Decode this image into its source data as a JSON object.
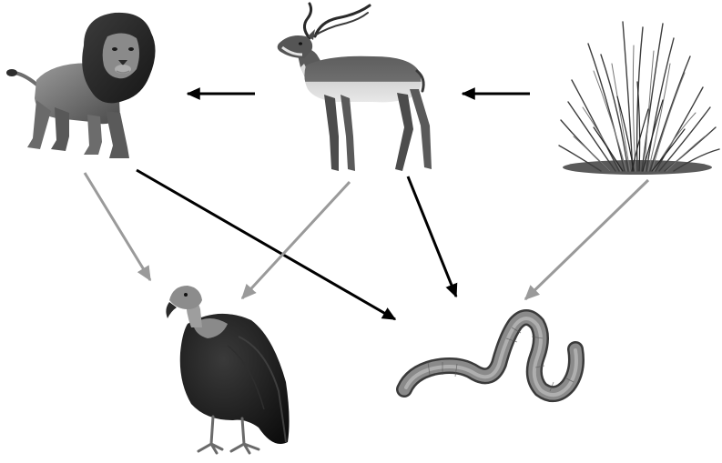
{
  "diagram": {
    "type": "food-web",
    "style": "grayscale",
    "organisms": [
      {
        "id": "lion",
        "icon": "lion-icon"
      },
      {
        "id": "antelope",
        "icon": "antelope-icon"
      },
      {
        "id": "grass",
        "icon": "grass-icon"
      },
      {
        "id": "vulture",
        "icon": "vulture-icon"
      },
      {
        "id": "worm",
        "icon": "earthworm-icon"
      }
    ],
    "arrows": [
      {
        "from": "grass",
        "to": "antelope",
        "color": "#000000"
      },
      {
        "from": "antelope",
        "to": "lion",
        "color": "#000000"
      },
      {
        "from": "lion",
        "to": "worm",
        "color": "#000000"
      },
      {
        "from": "antelope",
        "to": "worm",
        "color": "#000000"
      },
      {
        "from": "lion",
        "to": "vulture",
        "color": "#9a9a9a"
      },
      {
        "from": "antelope",
        "to": "vulture",
        "color": "#9a9a9a"
      },
      {
        "from": "grass",
        "to": "worm",
        "color": "#9a9a9a"
      }
    ]
  }
}
